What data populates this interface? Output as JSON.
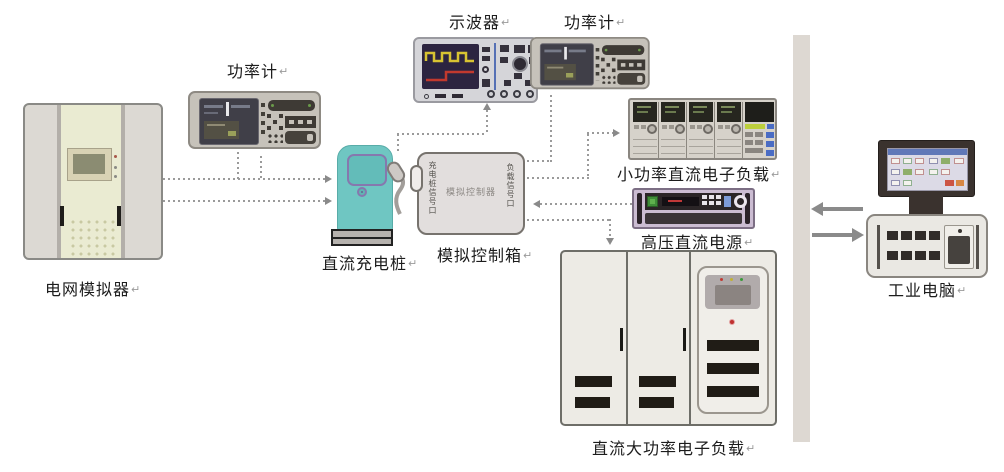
{
  "diagram": {
    "paragraph_mark": "↵",
    "devices": {
      "grid_simulator": {
        "label": "电网模拟器"
      },
      "power_meter_left": {
        "label": "功率计"
      },
      "oscilloscope": {
        "label": "示波器"
      },
      "power_meter_top": {
        "label": "功率计"
      },
      "dc_charging_pile": {
        "label": "直流充电桩"
      },
      "analog_control_box": {
        "label": "模拟控制箱",
        "left_port_text": "充电桩信号口",
        "right_port_text": "负载信号口",
        "center_text": "模拟控制器"
      },
      "small_power_dc_load": {
        "label": "小功率直流电子负载"
      },
      "hv_dc_supply": {
        "label": "高压直流电源"
      },
      "high_power_dc_load": {
        "label": "直流大功率电子负载"
      },
      "industrial_pc": {
        "label": "工业电脑"
      }
    },
    "colors": {
      "charging_pile_teal": "#6fc6c2",
      "hv_supply_lavender": "#cbbcd2",
      "grid_sim_panel_green": "#eaebd2",
      "oscilloscope_screen": "#2c2440",
      "wave_yellow": "#d8c332",
      "wave_red": "#c2392e",
      "dashed_line_gray": "#9a9a9a",
      "arrow_gray": "#8a8a8a",
      "divider_bar": "#ddd8d2"
    }
  }
}
